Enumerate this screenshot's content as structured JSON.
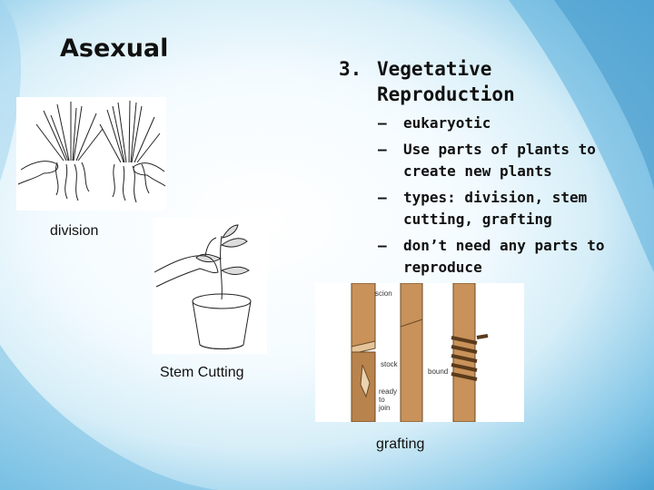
{
  "slide": {
    "title": "Asexual",
    "heading_number": "3.",
    "heading_text": "Vegetative Reproduction",
    "bullets": [
      {
        "dash": "–",
        "text": "eukaryotic"
      },
      {
        "dash": "–",
        "text": "Use parts of plants to create new plants"
      },
      {
        "dash": "–",
        "text": "types: division, stem cutting, grafting"
      },
      {
        "dash": "–",
        "text": "don’t need any parts to reproduce"
      }
    ],
    "captions": {
      "division": "division",
      "stem_cutting": "Stem Cutting",
      "grafting": "grafting"
    },
    "graft_labels": {
      "scion": "scion",
      "stock": "stock",
      "bound": "bound",
      "ready": "ready",
      "to": "to",
      "join": "join"
    }
  }
}
